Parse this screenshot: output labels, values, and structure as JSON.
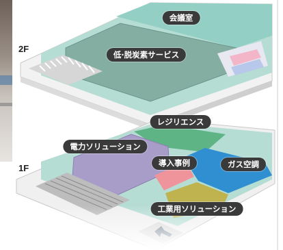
{
  "floors": [
    {
      "label": "2F",
      "zones": [
        {
          "key": "meeting-room",
          "label": "会議室"
        },
        {
          "key": "low-decarbonization-service",
          "label": "低·脱炭素サービス"
        }
      ]
    },
    {
      "label": "1F",
      "zones": [
        {
          "key": "resilience",
          "label": "レジリエンス"
        },
        {
          "key": "power-solution",
          "label": "電力ソリューション"
        },
        {
          "key": "case-studies",
          "label": "導入事例"
        },
        {
          "key": "gas-air-conditioning",
          "label": "ガス空調"
        },
        {
          "key": "industrial-solution",
          "label": "工業用ソリューション"
        }
      ]
    }
  ],
  "icons": [
    "restroom-icon",
    "stairs-icon",
    "entrance-arrow-icon"
  ],
  "colors": {
    "meeting_room": "#93cfc5",
    "low_decarbonization_service": "#85aea3",
    "resilience": "#5fb486",
    "power_solution": "#a89cc9",
    "case_studies": "#ee949a",
    "gas_air_conditioning": "#2f8fd1",
    "industrial_solution": "#bfb34f",
    "corridor": "#b6ddd4",
    "label_pill": "#3a3a3a",
    "restroom": "#f2b6c8"
  }
}
